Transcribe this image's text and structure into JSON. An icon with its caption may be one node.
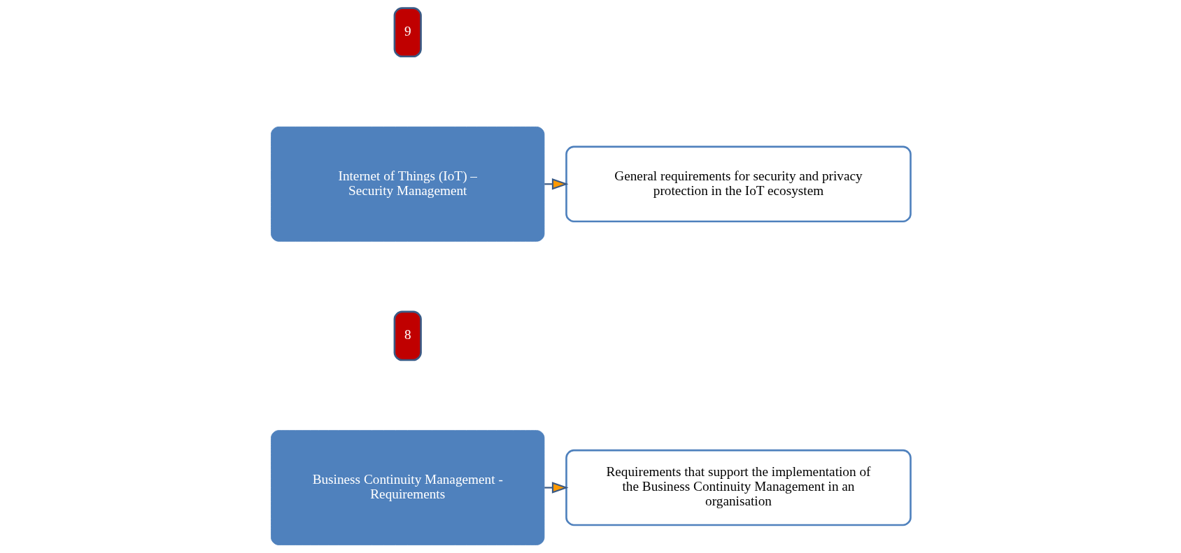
{
  "diagram": {
    "nodes": [
      {
        "text": [
          "8"
        ]
      },
      {
        "text": [
          "Business Continuity Management - Requirements"
        ]
      },
      {
        "text": [
          "Requirements that support the implementation of the Business Continuity Management in an organisation"
        ]
      },
      {
        "text": [
          "9"
        ]
      },
      {
        "text": [
          "Internet of Things (IoT) – Security Management"
        ]
      },
      {
        "text": [
          "General requirements for security and privacy protection in the IoT ecosystem"
        ]
      }
    ],
    "edges": [
      {
        "from": 1,
        "to": 2,
        "arrow": "to"
      },
      {
        "from": 4,
        "to": 5,
        "arrow": "to"
      }
    ]
  }
}
